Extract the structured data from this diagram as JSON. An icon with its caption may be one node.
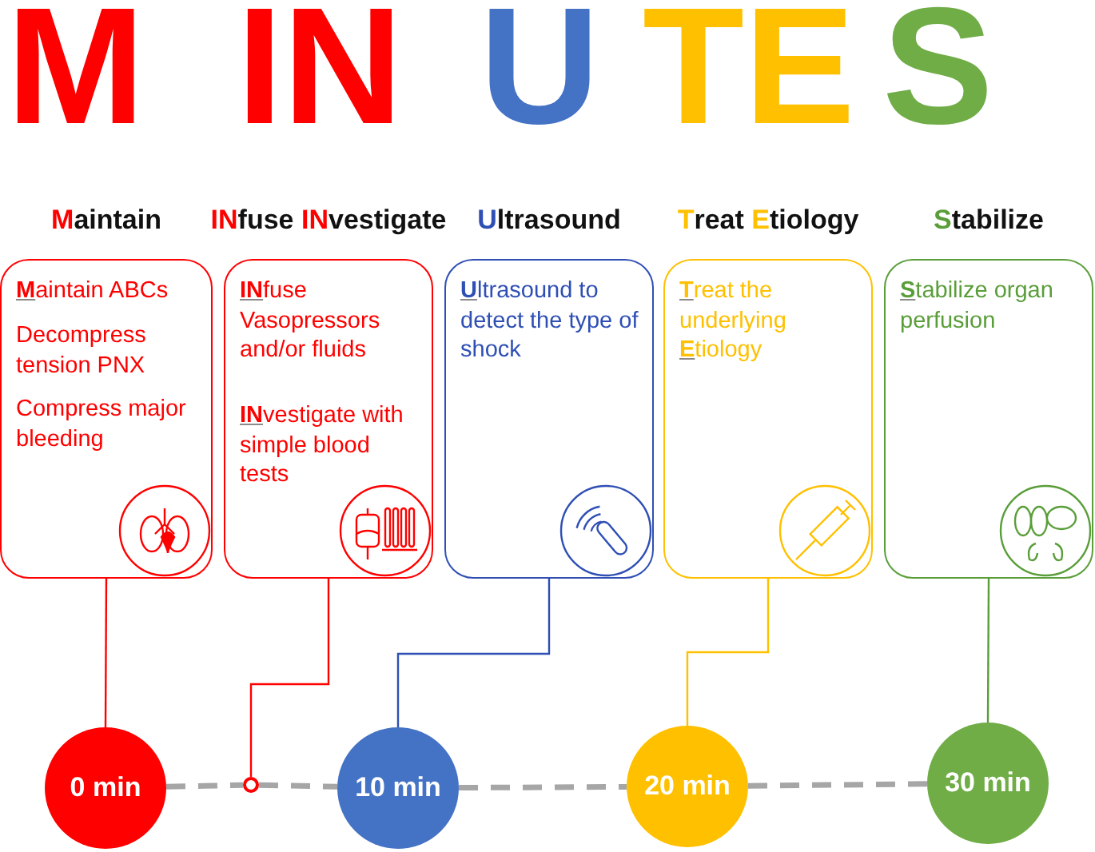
{
  "diagram": {
    "nodes": [
      {
        "text": [
          "**M**aintain",
          "**M**aintain ABCs",
          "Decompress tension PNX",
          "Compress major  bleeding"
        ]
      },
      {
        "text": [
          "**IN**fuse **IN**vestigate",
          "**IN**fuse Vasopressors and/or fluids",
          "**IN**vestigate with simple blood tests"
        ]
      },
      {
        "text": [
          "**U**ltrasound",
          "**U**ltrasound to detect the type of shock"
        ]
      },
      {
        "text": [
          "**T**reat **E**tiology",
          "**T**reat the underlying **E**tiology"
        ]
      },
      {
        "text": [
          "**S**tabilize",
          "**S**tabilize organ perfusion"
        ]
      },
      {
        "text": [
          "0 min"
        ]
      },
      {
        "text": [],
        "shape": "circle"
      },
      {
        "text": [
          "10 min"
        ]
      },
      {
        "text": [
          "20 min"
        ]
      },
      {
        "text": [
          "30 min"
        ]
      }
    ],
    "edges": [
      {
        "from": 0,
        "to": 5,
        "arrow": "none",
        "color": "#ff0000"
      },
      {
        "from": 1,
        "to": 6,
        "arrow": "none",
        "color": "#ff0000"
      },
      {
        "from": 2,
        "to": 7,
        "arrow": "none",
        "color": "#2f4fb5"
      },
      {
        "from": 3,
        "to": 8,
        "arrow": "none",
        "color": "#ffc000"
      },
      {
        "from": 4,
        "to": 9,
        "arrow": "none",
        "color": "#5a9e3a"
      },
      {
        "from": 5,
        "to": 6,
        "arrow": "none",
        "style": "dashed",
        "color": "#a6a6a6"
      },
      {
        "from": 6,
        "to": 7,
        "arrow": "none",
        "style": "dashed",
        "color": "#a6a6a6"
      },
      {
        "from": 7,
        "to": 8,
        "arrow": "none",
        "style": "dashed",
        "color": "#a6a6a6"
      },
      {
        "from": 8,
        "to": 9,
        "arrow": "none",
        "style": "dashed",
        "color": "#a6a6a6"
      }
    ],
    "labels": [
      "M",
      "IN",
      "U",
      "TE",
      "S"
    ]
  }
}
